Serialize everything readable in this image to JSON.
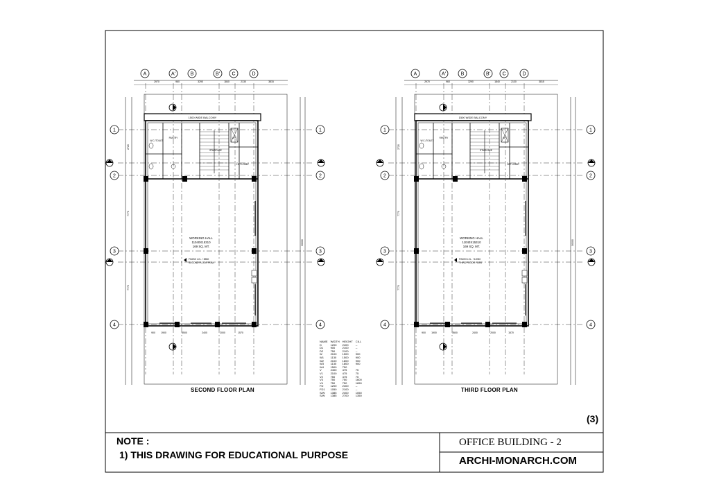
{
  "plans": [
    {
      "title": "SECOND FLOOR PLAN",
      "hall_name": "WORKING HALL",
      "hall_size": "11040X15310",
      "hall_area": "169 SQ. MT.",
      "level_note": "FINISH LVL. +8550",
      "level_note2": "SECOND FLOOR PLAN",
      "balcony": "1500 WIDE BALCONY",
      "staircase": "STAIRCASE",
      "lift": "LIFT",
      "lift_lobby": "LIFT LOBBY",
      "toilet": "W.C./TOILET",
      "pantry": "PANTRY",
      "columns": [
        "A",
        "A'",
        "B",
        "B'",
        "C",
        "D"
      ],
      "rows": [
        "1",
        "2",
        "3",
        "4"
      ],
      "top_dims": [
        "2970",
        "960",
        "3290",
        "1840",
        "2130",
        "3815"
      ],
      "bottom_dims": [
        "900",
        "1900",
        "3500",
        "2400",
        "2000",
        "1570"
      ],
      "side_dims": [
        "2720",
        "7770",
        "7770",
        "30000"
      ]
    },
    {
      "title": "THIRD FLOOR PLAN",
      "hall_name": "WORKING HALL",
      "hall_size": "11040X15310",
      "hall_area": "169 SQ. MT.",
      "level_note": "FINISH LVL. +12050",
      "level_note2": "THIRD FLOOR PLAN",
      "balcony": "1500 WIDE BALCONY",
      "staircase": "STAIRCASE",
      "lift": "LIFT",
      "lift_lobby": "LIFT LOBBY",
      "toilet": "W.C./TOILET",
      "pantry": "PANTRY",
      "columns": [
        "A",
        "A'",
        "B",
        "B'",
        "C",
        "D"
      ],
      "rows": [
        "1",
        "2",
        "3",
        "4"
      ],
      "top_dims": [
        "2970",
        "960",
        "3290",
        "1840",
        "2130",
        "3815"
      ],
      "bottom_dims": [
        "900",
        "1900",
        "3500",
        "2400",
        "2000",
        "1570"
      ],
      "side_dims": [
        "2720",
        "7770",
        "7770",
        "30000"
      ]
    }
  ],
  "schedule": {
    "headers": [
      "NAME",
      "WIDTH",
      "HEIGHT",
      "CILL"
    ],
    "rows": [
      [
        "D",
        "1200",
        "2400",
        "--"
      ],
      [
        "D1",
        "900",
        "2100",
        "--"
      ],
      [
        "D2",
        "750",
        "2100",
        "--"
      ],
      [
        "W",
        "2100",
        "1500",
        "900"
      ],
      [
        "W1",
        "1130",
        "1500",
        "900"
      ],
      [
        "W2",
        "2100",
        "1800",
        "900"
      ],
      [
        "W3",
        "1130",
        "1800",
        "900"
      ],
      [
        "W4",
        "1500",
        "750",
        ""
      ],
      [
        "V",
        "2400",
        "475",
        "75"
      ],
      [
        "V1",
        "2100",
        "475",
        "75"
      ],
      [
        "V2",
        "750",
        "475",
        "75"
      ],
      [
        "V3",
        "750",
        "750",
        "1600"
      ],
      [
        "V4",
        "750",
        "750",
        "1650"
      ],
      [
        "FD",
        "1200",
        "2400",
        "--"
      ],
      [
        "FD1",
        "1050",
        "2100",
        "--"
      ],
      [
        "S/W",
        "1385",
        "2400",
        "1050"
      ],
      [
        "S/W",
        "1385",
        "2700",
        "1350"
      ]
    ]
  },
  "sheet_number": "(3)",
  "note": {
    "title": "NOTE :",
    "line1": "1) THIS DRAWING FOR EDUCATIONAL PURPOSE"
  },
  "project_title": "OFFICE BUILDING - 2",
  "website": "ARCHI-MONARCH.COM"
}
